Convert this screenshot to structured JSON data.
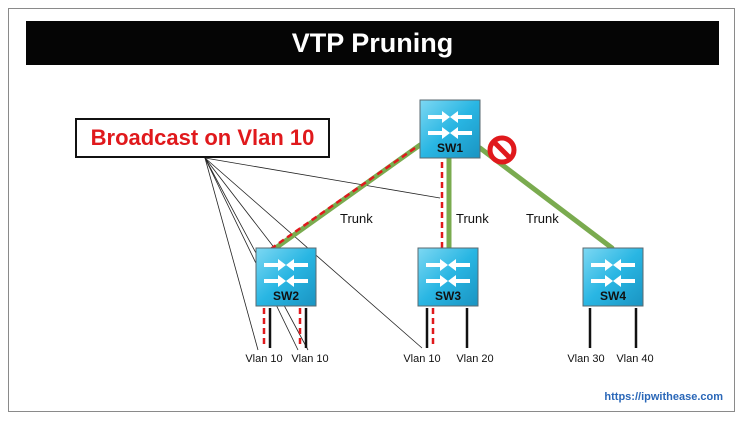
{
  "title": "VTP Pruning",
  "callout": "Broadcast on Vlan 10",
  "switches": [
    "SW1",
    "SW2",
    "SW3",
    "SW4"
  ],
  "trunk_label": "Trunk",
  "ports": {
    "sw2": [
      "Vlan 10",
      "Vlan 10"
    ],
    "sw3": [
      "Vlan 10",
      "Vlan 20"
    ],
    "sw4": [
      "Vlan 30",
      "Vlan 40"
    ]
  },
  "footer_url": "https://ipwithease.com",
  "colors": {
    "trunk": "#7aab4f",
    "broadcast": "#e0191c",
    "switch_fill": "#29b6e3",
    "prohibit": "#e0191c"
  }
}
